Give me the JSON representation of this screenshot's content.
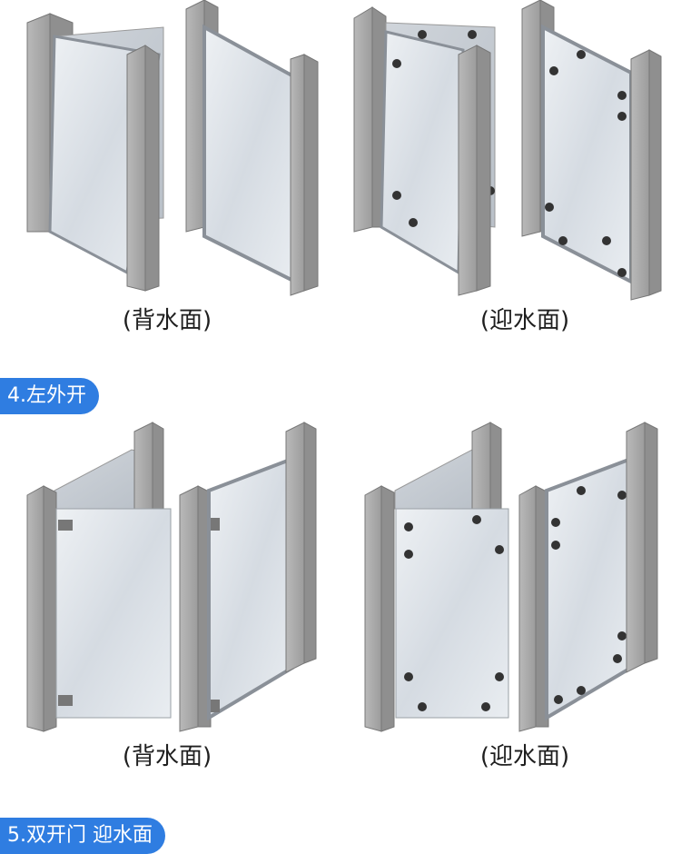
{
  "row1": {
    "left_caption": "(背水面)",
    "right_caption": "(迎水面)"
  },
  "section4": {
    "label": "4.左外开",
    "left_caption": "(背水面)",
    "right_caption": "(迎水面)"
  },
  "section5": {
    "label": "5.双开门 迎水面"
  },
  "colors": {
    "badge": "#2f7de1",
    "concrete": "#a9a9a9",
    "steel_frame": "#c9ced4",
    "panel": "#dfe4ea"
  }
}
